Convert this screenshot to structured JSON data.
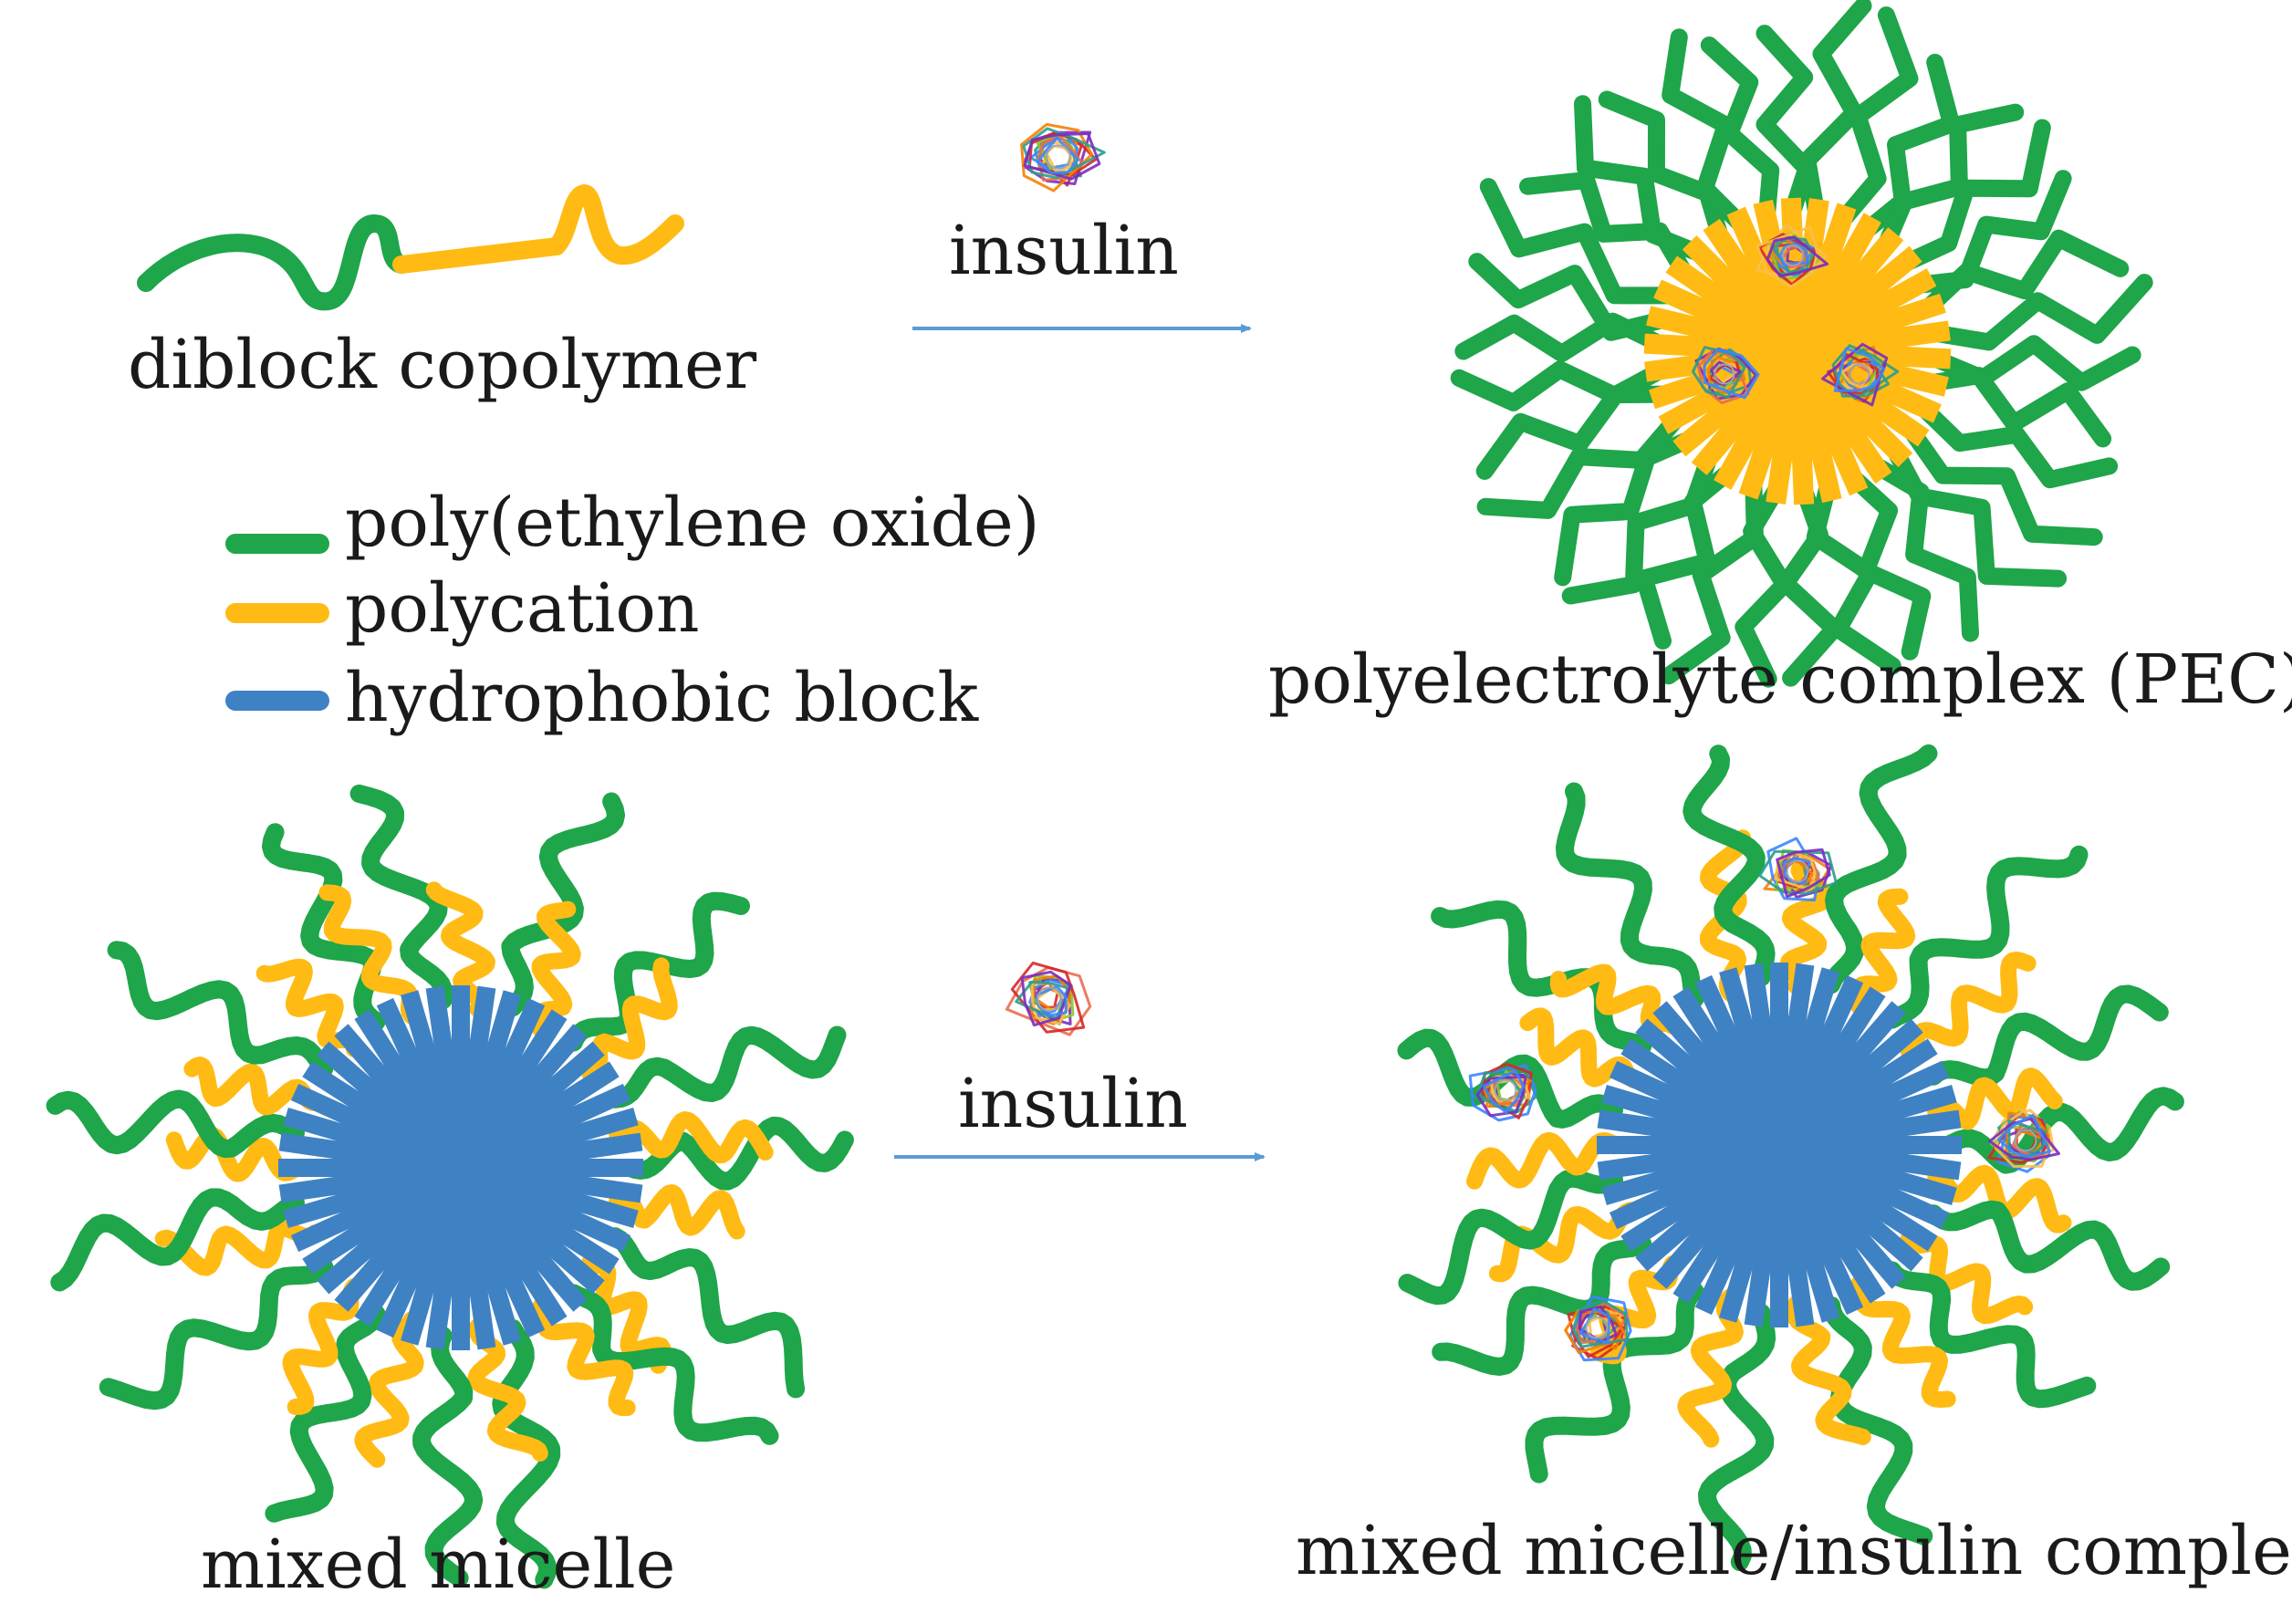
{
  "colors": {
    "peo": "#1fa54a",
    "polycation": "#ffbb14",
    "hydrophobic": "#3f82c4",
    "arrow": "#5b9bd5",
    "background": "#ffffff",
    "insulin_palette": [
      "#d62828",
      "#f77f00",
      "#fcbf49",
      "#2a9d8f",
      "#7b2cbf",
      "#3a86ff",
      "#8ac926",
      "#e76f51"
    ]
  },
  "labels": {
    "diblock": "diblock copolymer",
    "arrow_top": "insulin",
    "arrow_bottom": "insulin",
    "pec": "polyelectrolyte complex (PEC)",
    "mixed_micelle": "mixed micelle",
    "mixed_complex": "mixed micelle/insulin complex"
  },
  "legend": [
    {
      "name": "peo",
      "label": "poly(ethylene oxide)"
    },
    {
      "name": "polycation",
      "label": "polycation"
    },
    {
      "name": "hydrophobic",
      "label": "hydrophobic block"
    }
  ],
  "icons": {
    "insulin": "insulin-protein-icon",
    "arrow": "right-arrow-icon"
  }
}
